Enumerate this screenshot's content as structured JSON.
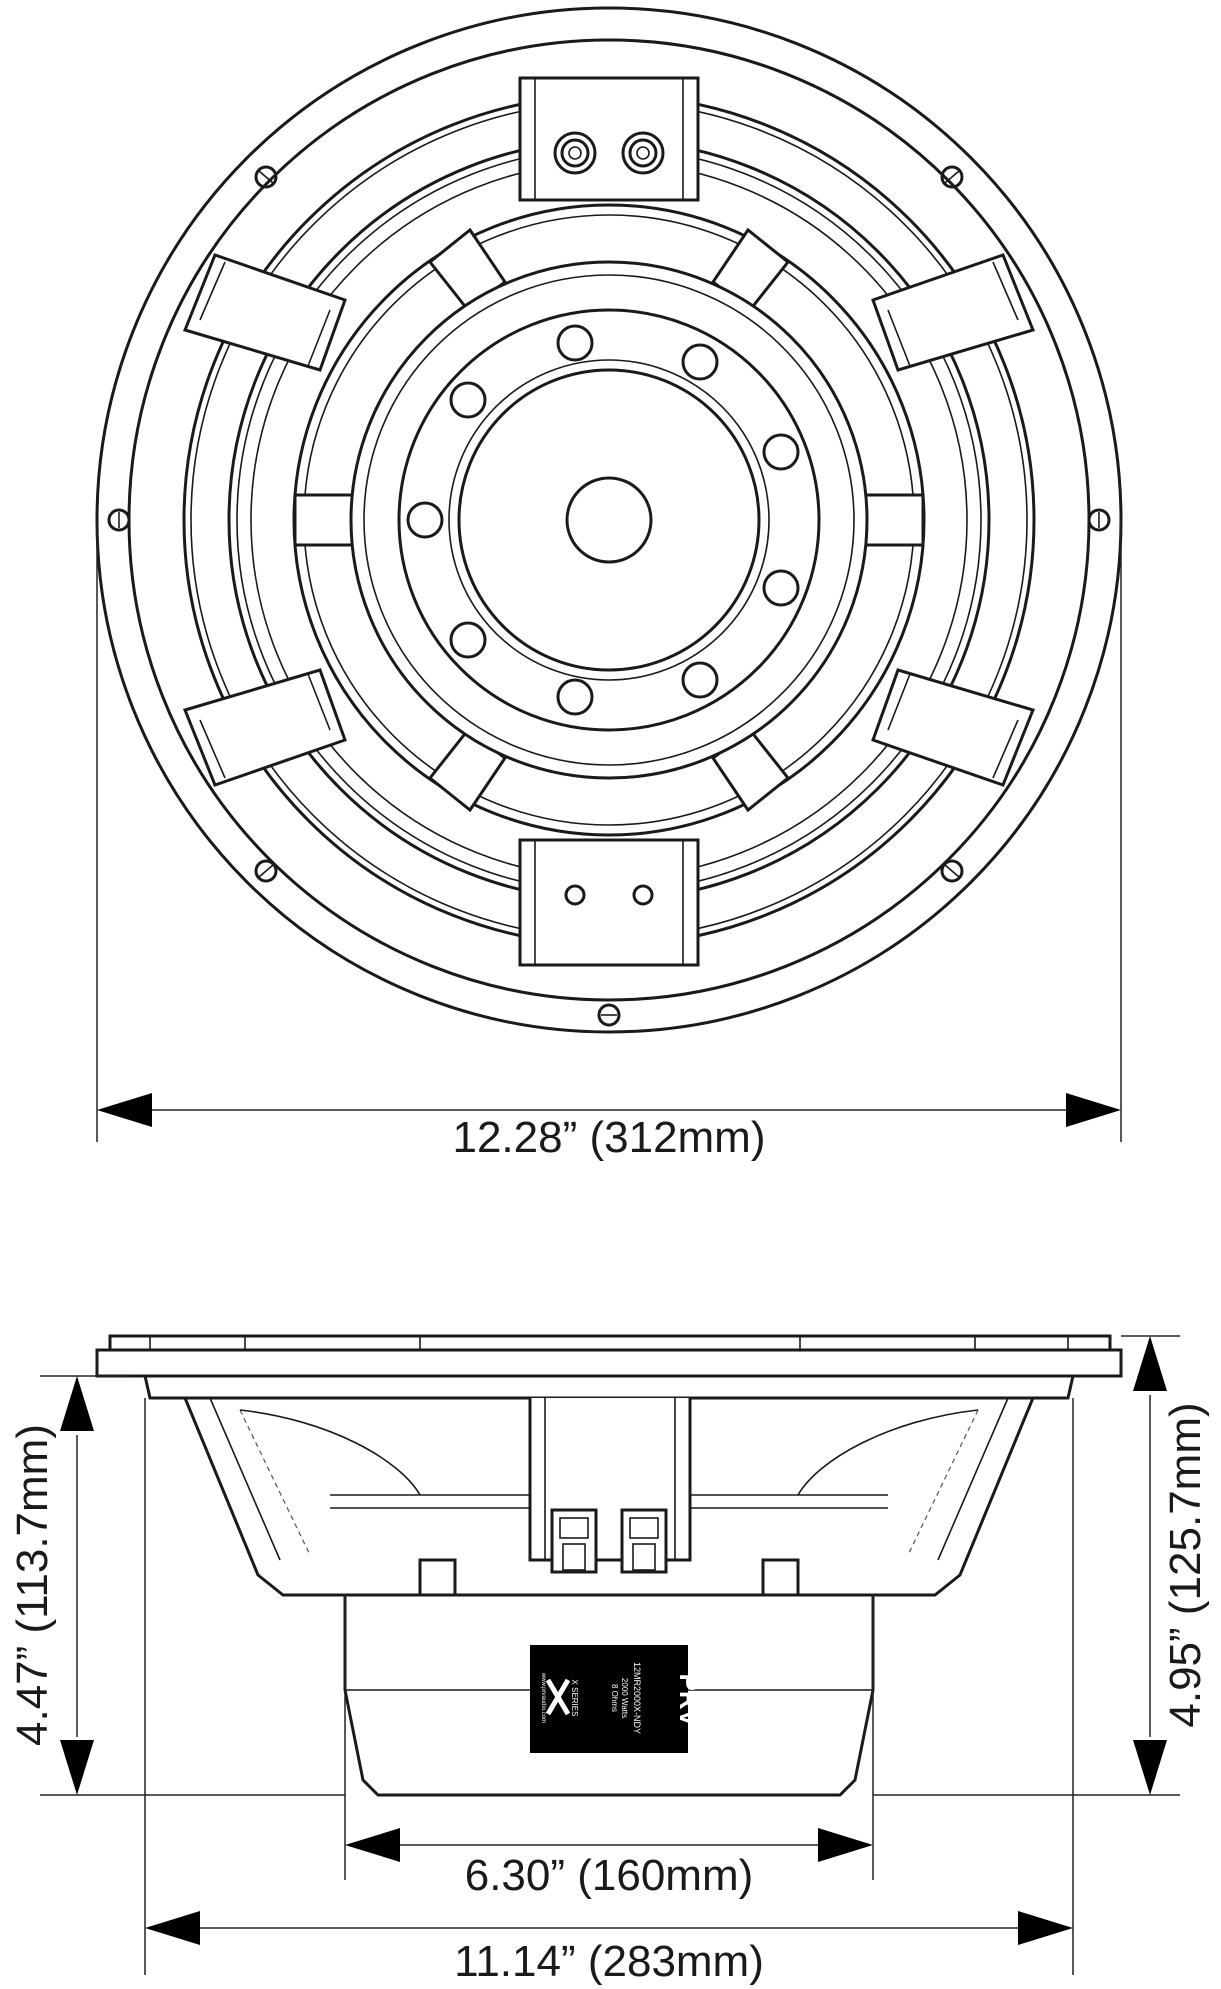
{
  "dimensions": {
    "front_diameter": "12.28” (312mm)",
    "side_depth": "4.47” (113.7mm)",
    "overall_depth": "4.95” (125.7mm)",
    "magnet_diameter": "6.30” (160mm)",
    "basket_diameter": "11.14” (283mm)"
  },
  "label_badge": {
    "brand": "PRV",
    "model": "12MR2000X-NDY",
    "power": "2000 Watts",
    "impedance": "8 Ohms",
    "series": "X SERIES",
    "url": "www.prvaudio.com"
  }
}
